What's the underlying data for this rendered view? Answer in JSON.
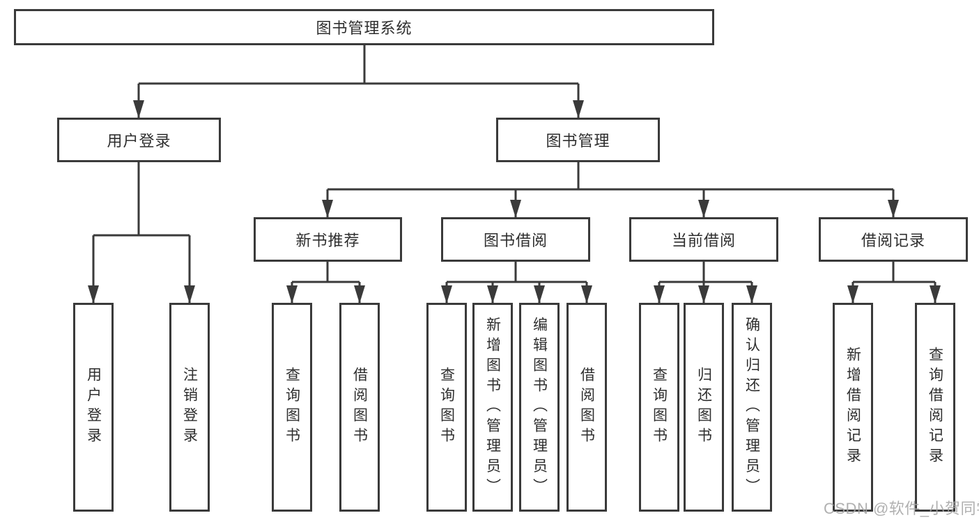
{
  "tree": {
    "root": "图书管理系统",
    "level2": [
      {
        "label": "用户登录",
        "leaves": [
          "用户登录",
          "注销登录"
        ]
      },
      {
        "label": "图书管理",
        "groups": [
          {
            "label": "新书推荐",
            "leaves": [
              "查询图书",
              "借阅图书"
            ]
          },
          {
            "label": "图书借阅",
            "leaves": [
              "查询图书",
              "新增图书（管理员）",
              "编辑图书（管理员）",
              "借阅图书"
            ]
          },
          {
            "label": "当前借阅",
            "leaves": [
              "查询图书",
              "归还图书",
              "确认归还（管理员）"
            ]
          },
          {
            "label": "借阅记录",
            "leaves": [
              "新增借阅记录",
              "查询借阅记录"
            ]
          }
        ]
      }
    ]
  },
  "watermark": {
    "text": "CSDN @软件_小贺同学"
  },
  "colors": {
    "line": "#3a3a3a",
    "text": "#2e2e2e",
    "background": "#ffffff",
    "watermark": "#a6a6a6"
  }
}
